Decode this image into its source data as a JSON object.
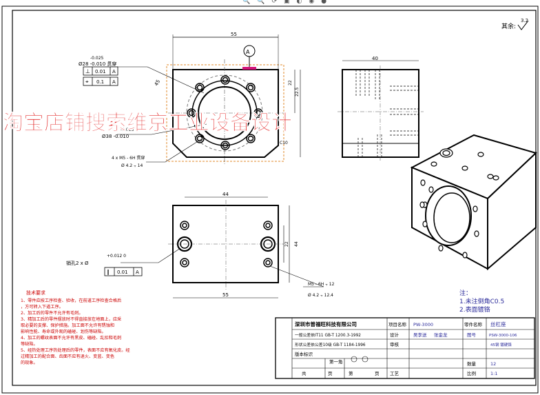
{
  "toolbar": {
    "icons": [
      "zoom-icon",
      "zoom-area-icon",
      "rotate-icon",
      "view-icon",
      "display-icon",
      "hide-show-icon",
      "appearance-icon"
    ]
  },
  "sheet": {
    "roughness_label": "其余:",
    "roughness_value": "3.2",
    "watermark": "淘宝店铺搜索维京工业设备设计",
    "dims_front": {
      "width": "55",
      "h1": "22",
      "h2": "45",
      "c10": "C10",
      "tol1": "-0.025",
      "bore1": "Ø28 -0.010 贯穿",
      "tol2": "-0.025",
      "bore2": "Ø38 -0.010",
      "hole_callout": "4 x M5 - 6H 贯穿",
      "hole_callout2": "Ø 4.2 ⫟ 14",
      "gt_perp": "0.01",
      "gt_pos": "0.1",
      "datum_a": "A",
      "r2": "22.5"
    },
    "dims_side": {
      "width": "40"
    },
    "dims_bottom": {
      "width": "44",
      "full": "55",
      "h": "44",
      "h2": "22",
      "pin": "销孔2 x Ø",
      "pin_tol": "+0.012\n0",
      "pin_par": "0.01",
      "pin_datum": "A",
      "tap": "M5 - 6H ⫟ 12",
      "tap2": "Ø 4.2 ⫟ 12.4"
    },
    "tech_title": "技术要求",
    "tech_lines": [
      "1、零件应按工序检查、验收，在前道工序检查合格后",
      "    ，方可转入下道工序。",
      "2、加工后的零件不允许有毛刺。",
      "3、精加工后的零件摆放时不得直接放在地面上，应采",
      "    取必要的支撑、保护措施。加工面不允许有锈蚀和",
      "    影响性能、寿命或外观的磕碰、划伤等缺陷。",
      "4、加工的螺纹表面不允许有黑皮、磕碰、乱扣和毛刺",
      "    等缺陷。",
      "5、经热处理工序热处理后的零件，表面不应有氧化皮。经",
      "    过精加工的配合面、齿面不应有退火、变蓝、变色",
      "    的现象。"
    ],
    "notes_title": "注：",
    "notes": [
      "1.未注倒角C0.5",
      "2.表面镀铬"
    ],
    "title_block": {
      "company": "深圳市普福旺科技有限公司",
      "project_label": "项目名称",
      "project": "PW-3000",
      "part_label": "零件名称",
      "part": "丝杠座",
      "row2_a": "一般公差依IT11 GB-T 1200.3-1992",
      "design_label": "设计",
      "designer": "吴李送",
      "checker": "张金龙",
      "drawing_no_label": "图号",
      "drawing_no": "PSW-3000-106",
      "row3_a": "形状公差依公差10级 GB-T 1184-1996",
      "material_label": "审核",
      "material": "45钢 镀硬铬",
      "row4_a": "版本标识",
      "angle_label": "第一角",
      "qty_label": "数量",
      "qty": "12",
      "total_label": "共",
      "page_label": "页",
      "page2_label": "第",
      "page3_label": "页",
      "craft_label": "工艺",
      "scale_label": "比例",
      "scale": "1:1"
    }
  }
}
